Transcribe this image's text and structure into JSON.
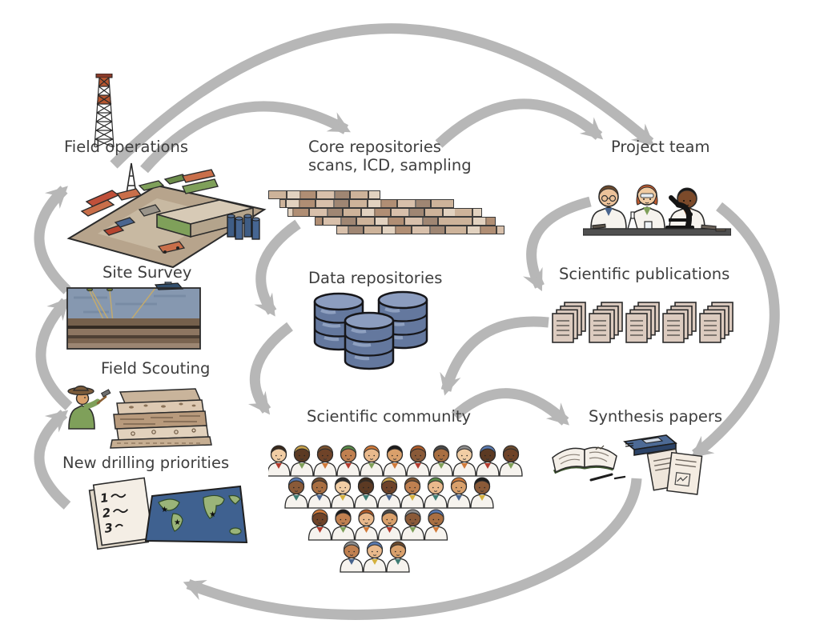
{
  "diagram": {
    "colors": {
      "arrow": "#b7b7b7",
      "text": "#3e3e3e",
      "background": "#ffffff"
    },
    "nodes": {
      "field_operations": {
        "label": "Field operations"
      },
      "core_repositories": {
        "label": "Core repositories",
        "sublabel": "scans, ICD, sampling"
      },
      "project_team": {
        "label": "Project team"
      },
      "site_survey": {
        "label": "Site Survey"
      },
      "data_repositories": {
        "label": "Data repositories"
      },
      "scientific_publications": {
        "label": "Scientific publications"
      },
      "field_scouting": {
        "label": "Field Scouting"
      },
      "scientific_community": {
        "label": "Scientific community"
      },
      "synthesis_papers": {
        "label": "Synthesis papers"
      },
      "new_drilling_priorities": {
        "label": "New drilling priorities"
      }
    },
    "community": {
      "rows": [
        11,
        9,
        6,
        3
      ]
    },
    "publications": {
      "stacks": 5
    },
    "core_strips": {
      "rows": 5
    },
    "priority_list_numbers": [
      "1",
      "2",
      "3"
    ],
    "flows": [
      {
        "from": "Field operations",
        "to": "Core repositories"
      },
      {
        "from": "Core repositories",
        "to": "Project team"
      },
      {
        "from": "Field operations",
        "to": "Project team"
      },
      {
        "from": "Core repositories",
        "to": "Data repositories"
      },
      {
        "from": "Data repositories",
        "to": "Scientific community"
      },
      {
        "from": "Project team",
        "to": "Scientific publications"
      },
      {
        "from": "Project team",
        "to": "Synthesis papers"
      },
      {
        "from": "Scientific publications",
        "to": "Scientific community"
      },
      {
        "from": "Scientific community",
        "to": "Synthesis papers"
      },
      {
        "from": "Synthesis papers",
        "to": "New drilling priorities"
      },
      {
        "from": "New drilling priorities",
        "to": "Field Scouting"
      },
      {
        "from": "Field Scouting",
        "to": "Site Survey"
      },
      {
        "from": "Site Survey",
        "to": "Field operations"
      }
    ]
  }
}
